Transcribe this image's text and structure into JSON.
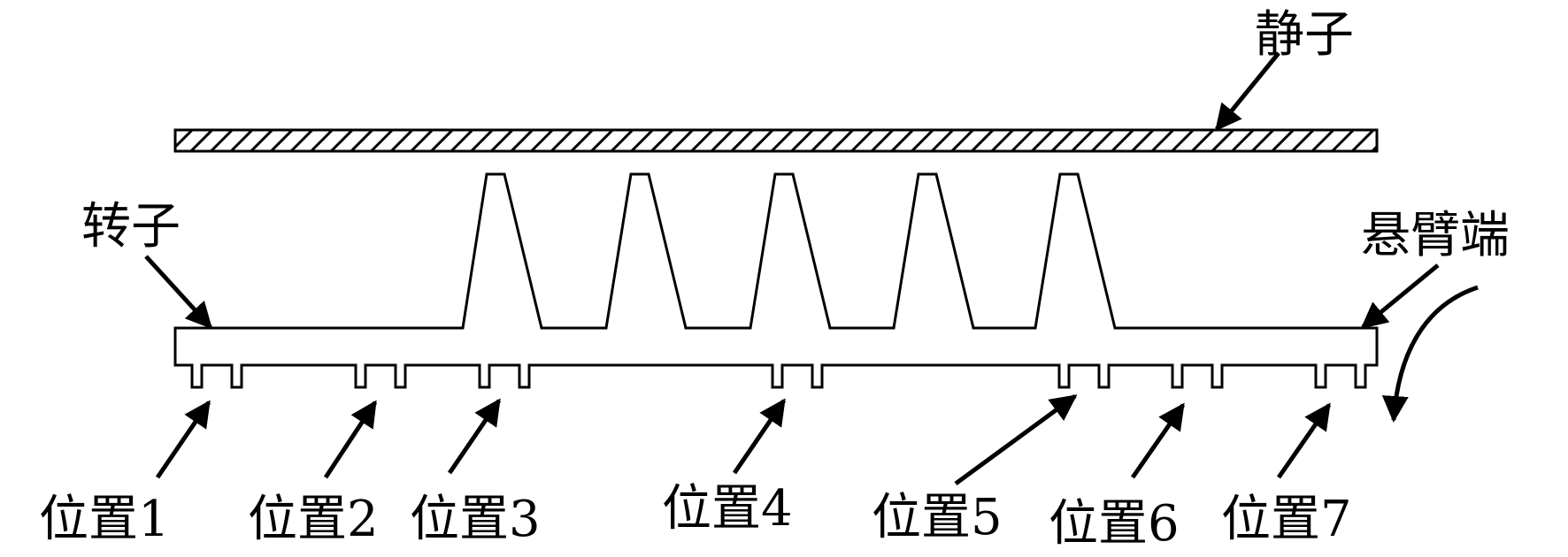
{
  "labels": {
    "stator": "静子",
    "rotor": "转子",
    "cantilever": "悬臂端",
    "positions": [
      "位置1",
      "位置2",
      "位置3",
      "位置4",
      "位置5",
      "位置6",
      "位置7"
    ]
  },
  "colors": {
    "stroke": "#000000",
    "background": "#ffffff"
  }
}
